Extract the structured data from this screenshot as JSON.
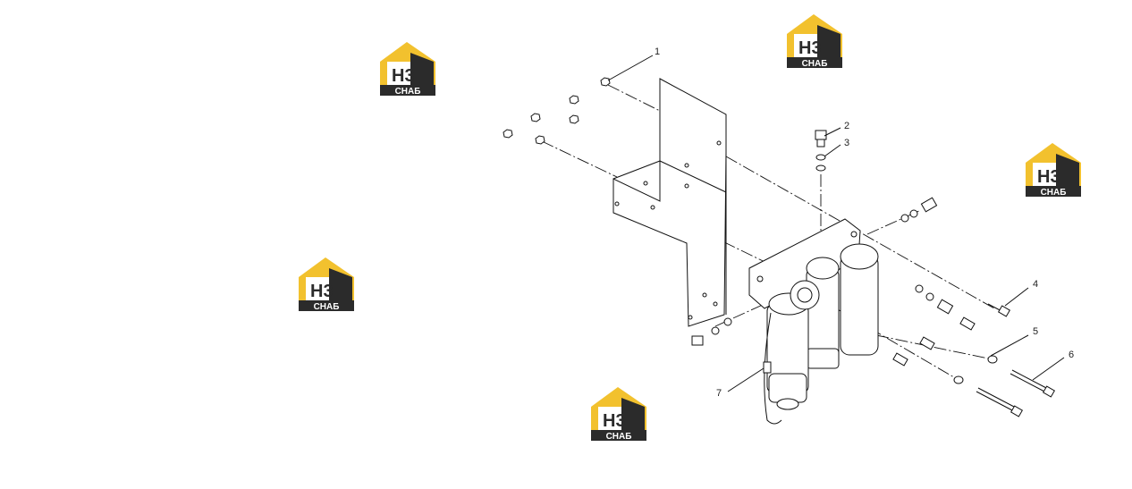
{
  "watermark": {
    "mark": "H3",
    "caption": "СНАБ",
    "colors": {
      "roof": "#f2c12e",
      "body": "#2b2b2b",
      "band": "#2b2b2b",
      "text_light": "#ffffff"
    }
  },
  "callouts": [
    {
      "id": "1",
      "label": "1"
    },
    {
      "id": "2",
      "label": "2"
    },
    {
      "id": "3",
      "label": "3"
    },
    {
      "id": "4",
      "label": "4"
    },
    {
      "id": "5",
      "label": "5"
    },
    {
      "id": "6",
      "label": "6"
    },
    {
      "id": "7",
      "label": "7"
    }
  ]
}
